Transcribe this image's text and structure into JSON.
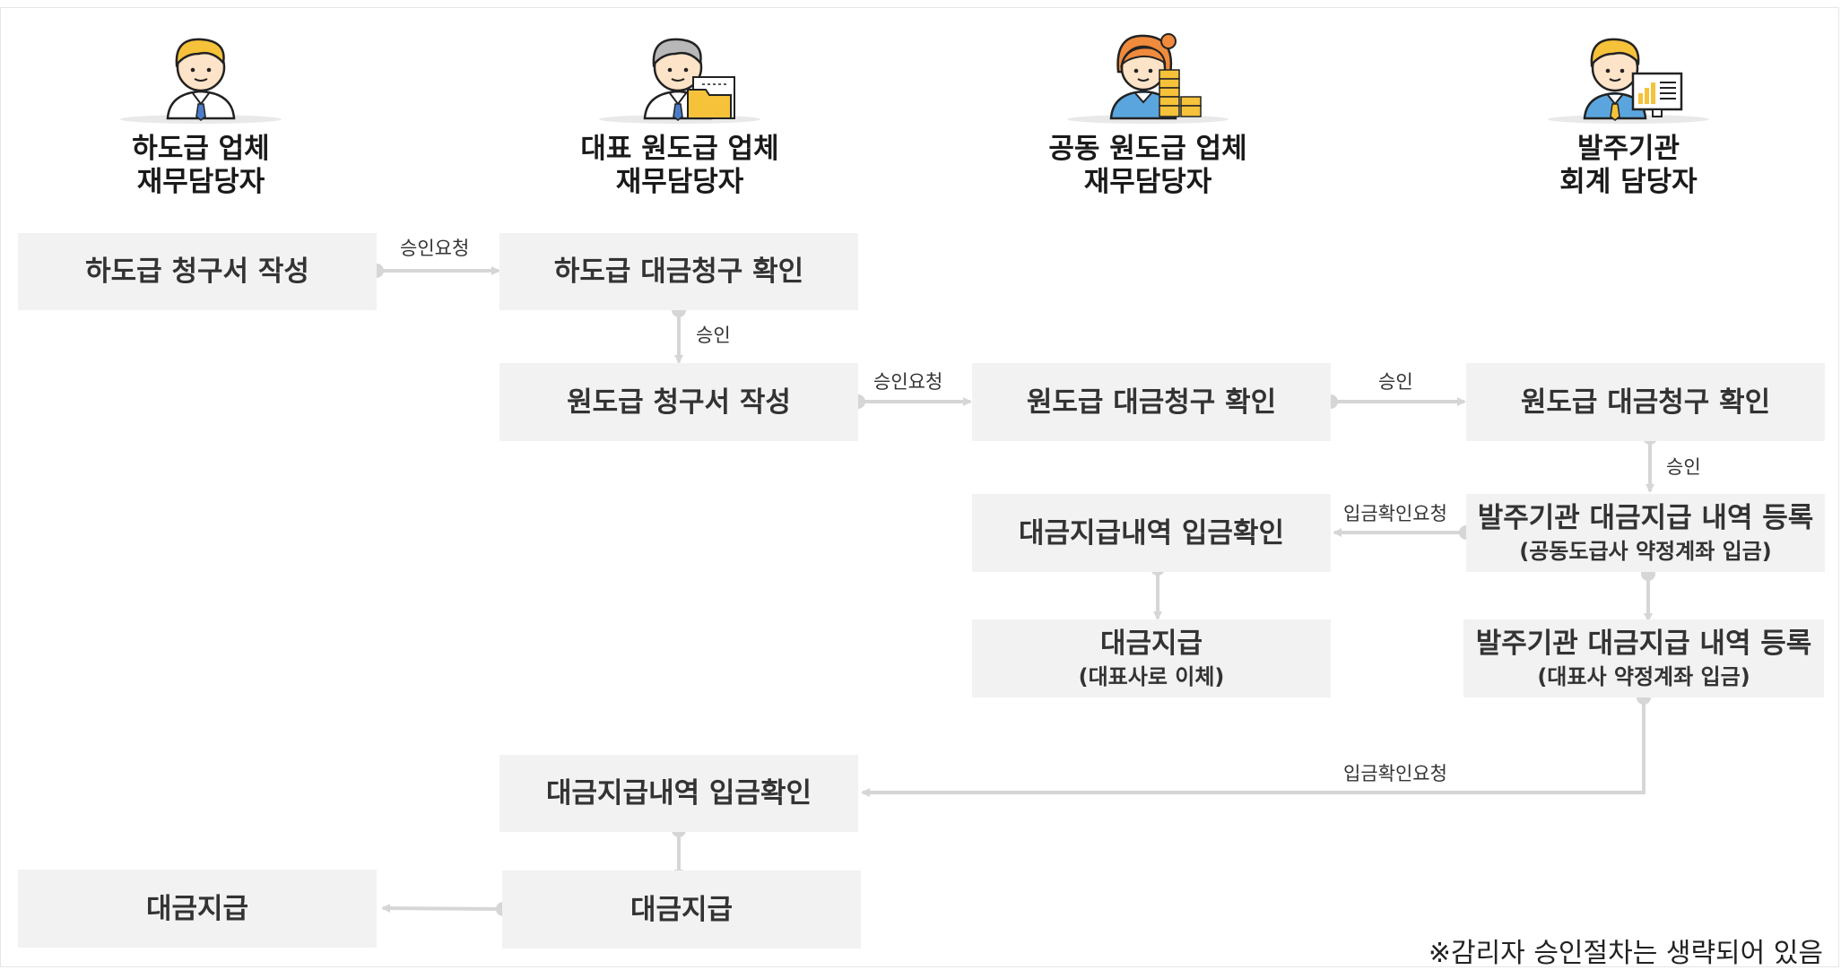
{
  "roles": {
    "subcontractor": {
      "line1": "하도급 업체",
      "line2": "재무담당자"
    },
    "lead_contractor": {
      "line1": "대표 원도급 업체",
      "line2": "재무담당자"
    },
    "joint_contractor": {
      "line1": "공동 원도급 업체",
      "line2": "재무담당자"
    },
    "client_agency": {
      "line1": "발주기관",
      "line2": "회계 담당자"
    }
  },
  "boxes": {
    "sub_invoice": {
      "line1": "하도급 청구서 작성"
    },
    "sub_claim_check": {
      "line1": "하도급 대금청구 확인"
    },
    "prime_invoice": {
      "line1": "원도급 청구서 작성"
    },
    "joint_claim_check": {
      "line1": "원도급 대금청구 확인"
    },
    "agency_claim_check": {
      "line1": "원도급 대금청구 확인"
    },
    "agency_register_joint": {
      "line1": "발주기관 대금지급 내역 등록",
      "line2": "(공동도급사 약정계좌 입금)"
    },
    "joint_deposit_check": {
      "line1": "대금지급내역 입금확인"
    },
    "joint_payment": {
      "line1": "대금지급",
      "line2": "(대표사로 이체)"
    },
    "agency_register_lead": {
      "line1": "발주기관 대금지급 내역 등록",
      "line2": "(대표사 약정계좌 입금)"
    },
    "lead_deposit_check": {
      "line1": "대금지급내역 입금확인"
    },
    "lead_payment": {
      "line1": "대금지급"
    },
    "sub_payment": {
      "line1": "대금지급"
    }
  },
  "arrows": {
    "a1": "승인요청",
    "a2": "승인",
    "a3": "승인요청",
    "a4": "승인",
    "a5": "승인",
    "a6": "입금확인요청",
    "a7": "입금확인요청"
  },
  "note": "※감리자 승인절차는 생략되어 있음",
  "colors": {
    "box_fill": "#f2f2f2",
    "connector": "#d6d6d6"
  }
}
